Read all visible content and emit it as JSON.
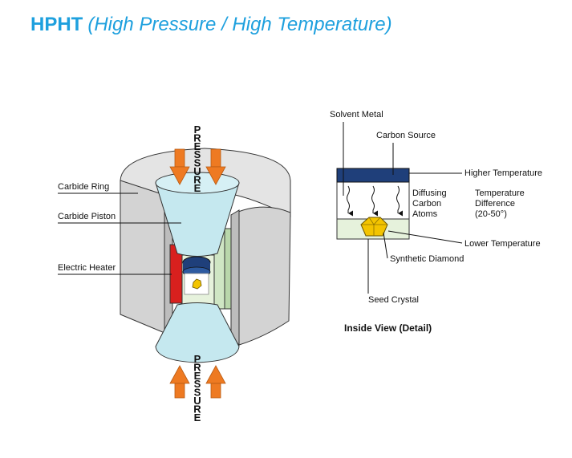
{
  "title": {
    "bold": "HPHT",
    "italic": "(High Pressure / High Temperature)"
  },
  "press": {
    "pressure_word": "PRESSURE",
    "labels": {
      "carbide_ring": "Carbide Ring",
      "carbide_piston": "Carbide Piston",
      "electric_heater": "Electric Heater"
    }
  },
  "detail": {
    "solvent_metal": "Solvent Metal",
    "carbon_source": "Carbon Source",
    "higher_temperature": "Higher Temperature",
    "diffusing": [
      "Diffusing",
      "Carbon",
      "Atoms"
    ],
    "temperature_difference": [
      "Temperature",
      "Difference",
      "(20-50°)"
    ],
    "lower_temperature": "Lower Temperature",
    "synthetic_diamond": "Synthetic Diamond",
    "seed_crystal": "Seed Crystal",
    "caption": "Inside View  (Detail)"
  },
  "colors": {
    "title": "#1ea0de",
    "ring_gray": "#d3d3d3",
    "piston_blue": "#c5e8ef",
    "heater_red": "#d8201e",
    "heater_green": "#cfe6c4",
    "arrow_orange": "#ee7a22",
    "carbon_source_blue": "#1f3f7a",
    "diamond_yellow": "#f3c400"
  }
}
